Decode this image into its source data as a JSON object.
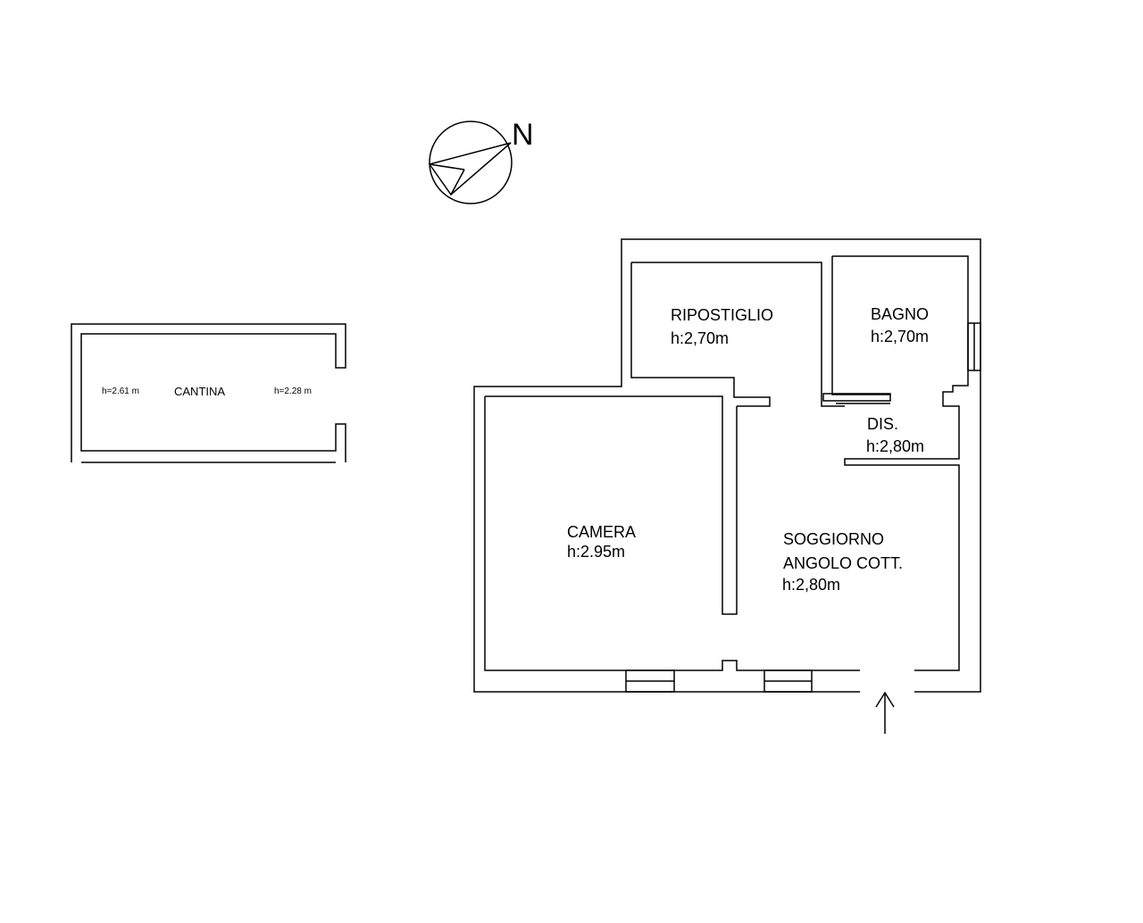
{
  "compass": {
    "label": "N"
  },
  "cellar": {
    "name": "CANTINA",
    "height_left": "h=2.61 m",
    "height_right": "h=2.28 m"
  },
  "rooms": {
    "ripostiglio": {
      "name": "RIPOSTIGLIO",
      "height": "h:2,70m"
    },
    "bagno": {
      "name": "BAGNO",
      "height": "h:2,70m"
    },
    "dis": {
      "name": "DIS.",
      "height": "h:2,80m"
    },
    "camera": {
      "name": "CAMERA",
      "height": "h:2.95m"
    },
    "soggiorno": {
      "name": "SOGGIORNO",
      "subtitle": "ANGOLO COTT.",
      "height": "h:2,80m"
    }
  }
}
